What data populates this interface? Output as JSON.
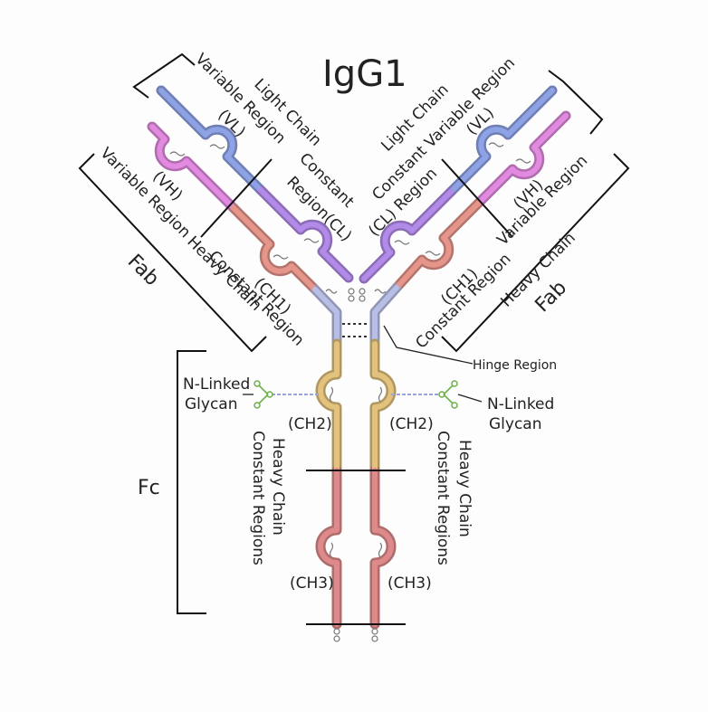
{
  "title": "IgG1",
  "colors": {
    "light_variable": "#8ea2e6",
    "light_constant": "#b28ae8",
    "heavy_variable": "#e18ae0",
    "heavy_ch1": "#e6958a",
    "hinge": "#b8bfe6",
    "heavy_fc": "#e2c27c",
    "heavy_ch3": "#df8a8a",
    "glycan": "#6fb04a"
  },
  "left_arm": {
    "light_variable": "Variable Region",
    "vl": "(VL)",
    "light_chain": "Light Chain",
    "constant_region": "Constant",
    "region_cl": "Region(CL)",
    "heavy_variable": "Variable Region",
    "vh": "(VH)",
    "fab": "Fab",
    "heavy_chain": "Heavy Chain",
    "ch1_constant": "Constant Region",
    "ch1": "(CH1)"
  },
  "right_arm": {
    "light_chain": "Light Chain",
    "constant_variable": "Constant Variable Region",
    "cl_region": "(CL) Region",
    "vl": "(VL)",
    "vh": "(VH)",
    "heavy_variable": "Variable Region",
    "ch1": "(CH1)",
    "constant_region": "Constant Region",
    "heavy_chain": "Heavy Chain",
    "fab": "Fab"
  },
  "hinge_region": "Hinge Region",
  "glycan_left": [
    "N-Linked",
    "Glycan"
  ],
  "glycan_right": [
    "N-Linked",
    "Glycan"
  ],
  "ch2": "(CH2)",
  "ch3": "(CH3)",
  "fc": "Fc",
  "fc_left": [
    "Heavy Chain",
    "Constant Regions"
  ],
  "fc_right": [
    "Heavy Chain",
    "Constant Regions"
  ]
}
